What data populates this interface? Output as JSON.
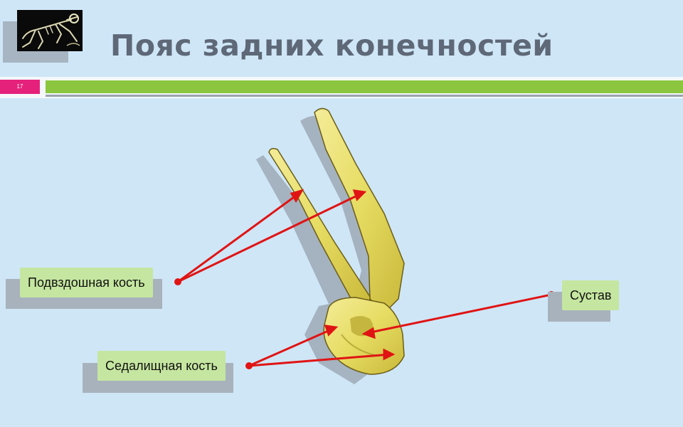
{
  "slide": {
    "title": "Пояс задних конечностей",
    "page_number": "17"
  },
  "labels": {
    "ilium": "Подвздошная кость",
    "ischium": "Седалищная кость",
    "joint": "Сустав"
  },
  "icons": {
    "thumbnail": "frog-skeleton-photo",
    "bone": "pelvic-girdle-bone-photo"
  },
  "colors": {
    "background": "#cfe6f7",
    "title": "#5e6877",
    "accent_green": "#8cc63e",
    "accent_pink": "#e6217c",
    "label_fill": "#c5e6a0",
    "arrow": "#e01414",
    "bone": "#e8df6a"
  }
}
